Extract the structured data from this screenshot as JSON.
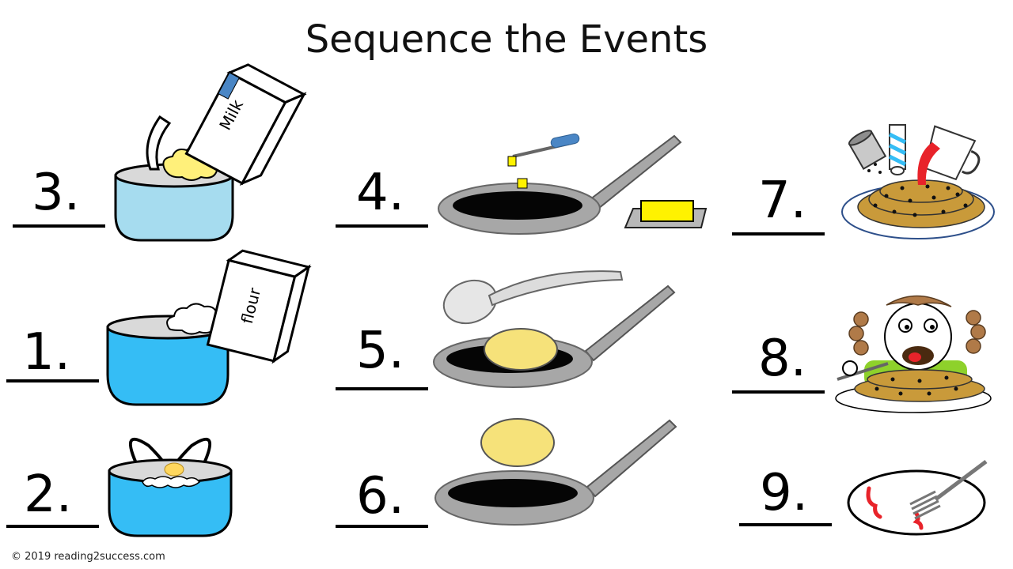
{
  "title": "Sequence the Events",
  "items": [
    {
      "number": "3.",
      "scene": "milk-carton-pouring-into-pot-icon",
      "carton_label": "Milk"
    },
    {
      "number": "4.",
      "scene": "butter-melting-in-frying-pan-icon"
    },
    {
      "number": "7.",
      "scene": "seasoning-spaghetti-icon"
    },
    {
      "number": "1.",
      "scene": "flour-box-pouring-into-pot-icon",
      "box_label": "flour"
    },
    {
      "number": "5.",
      "scene": "ladle-pouring-pancake-in-pan-icon"
    },
    {
      "number": "8.",
      "scene": "girl-eating-spaghetti-icon"
    },
    {
      "number": "2.",
      "scene": "egg-cracked-into-pot-icon"
    },
    {
      "number": "6.",
      "scene": "pancake-flipping-over-pan-icon"
    },
    {
      "number": "9.",
      "scene": "empty-plate-with-fork-icon"
    }
  ],
  "copyright": "© 2019 reading2success.com",
  "colors": {
    "pot_light": "#a6dcef",
    "pot_bright": "#35bdf5",
    "pan_gray": "#a7a7a7",
    "butter": "#fff200",
    "pancake": "#f6e27a",
    "spaghetti": "#c99a3a",
    "sauce": "#e8232a"
  }
}
